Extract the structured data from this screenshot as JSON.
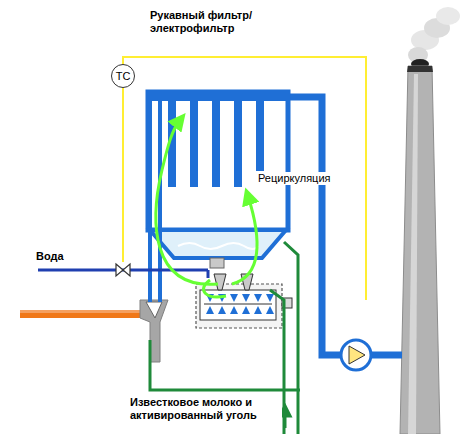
{
  "diagram": {
    "nodes": [
      {
        "text": [
          "TC"
        ]
      }
    ],
    "labels": [
      "Рукавный фильтр/ электрофильтр",
      "Рециркуляция",
      "Вода",
      "Известковое молоко и активированный уголь"
    ]
  }
}
